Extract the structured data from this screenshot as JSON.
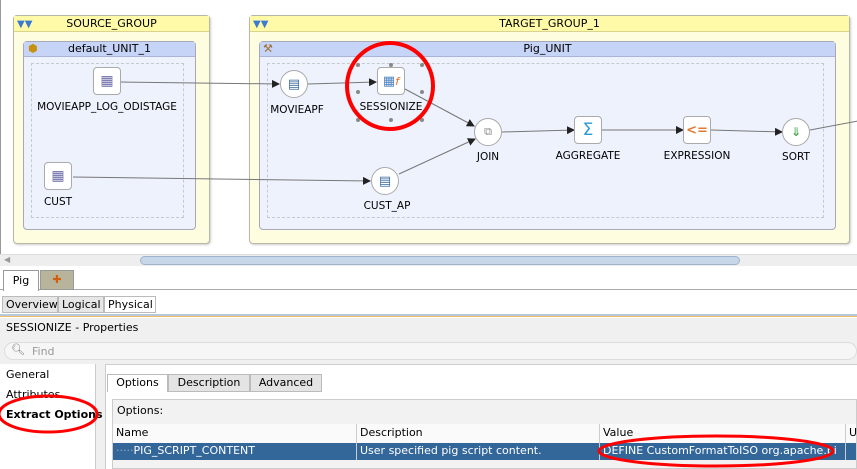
{
  "diagram": {
    "source_group": {
      "title": "SOURCE_GROUP",
      "unit": "default_UNIT_1",
      "nodes": [
        {
          "label": "MOVIEAPP_LOG_ODISTAGE"
        },
        {
          "label": "CUST"
        }
      ]
    },
    "target_group": {
      "title": "TARGET_GROUP_1",
      "unit": "Pig_UNIT",
      "nodes": [
        {
          "label": "MOVIEAPF"
        },
        {
          "label": "SESSIONIZE"
        },
        {
          "label": "CUST_AP"
        },
        {
          "label": "JOIN"
        },
        {
          "label": "AGGREGATE"
        },
        {
          "label": "EXPRESSION"
        },
        {
          "label": "SORT"
        }
      ]
    }
  },
  "editor_tabs": [
    {
      "label": "Pig"
    }
  ],
  "view_tabs": [
    {
      "label": "Overview"
    },
    {
      "label": "Logical"
    },
    {
      "label": "Physical"
    }
  ],
  "properties": {
    "title": "SESSIONIZE - Properties",
    "find_placeholder": "Find",
    "nav": [
      {
        "label": "General"
      },
      {
        "label": "Attributes"
      },
      {
        "label": "Extract Options"
      }
    ],
    "tabs": [
      {
        "label": "Options"
      },
      {
        "label": "Description"
      },
      {
        "label": "Advanced"
      }
    ],
    "options_label": "Options:",
    "columns": [
      "Name",
      "Description",
      "Value",
      "Us"
    ],
    "rows": [
      {
        "name": "PIG_SCRIPT_CONTENT",
        "description": "User specified pig script content.",
        "value": "DEFINE CustomFormatToISO org.apache.pi"
      }
    ]
  },
  "colors": {
    "highlight": "#ff0000",
    "selection": "#336699",
    "group": "#fffaa8",
    "unit": "#c6d4f8"
  }
}
